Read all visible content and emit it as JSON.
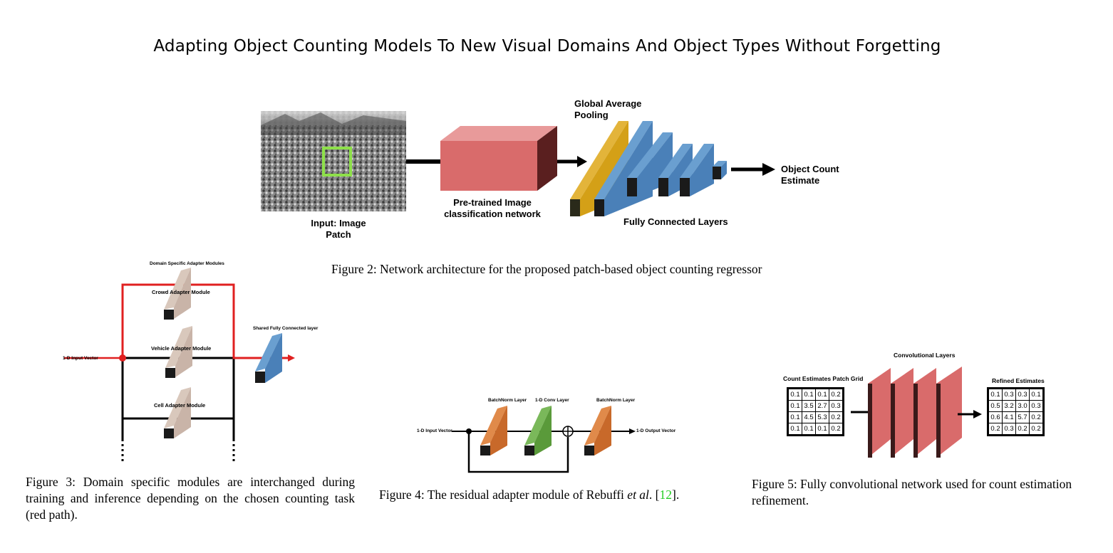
{
  "title": "Adapting Object Counting Models To New Visual Domains And Object Types Without Forgetting",
  "figure2": {
    "input_label": "Input: Image\nPatch",
    "pretrained_label": "Pre-trained Image\nclassification network",
    "gap_label": "Global Average\nPooling",
    "fc_label": "Fully Connected Layers",
    "output_label": "Object Count\nEstimate",
    "caption": "Figure 2: Network architecture for the proposed patch-based object counting regressor"
  },
  "figure3": {
    "header": "Domain Specific Adapter Modules",
    "modules": [
      "Crowd Adapter Module",
      "Vehicle Adapter Module",
      "Cell Adapter Module"
    ],
    "input_label": "1-D Input Vector",
    "shared_label": "Shared Fully Connected layer",
    "caption": "Figure 3: Domain specific modules are interchanged during training and inference depending on the chosen counting task (red path)."
  },
  "figure4": {
    "input_label": "1-D Input Vector",
    "output_label": "1-D Output Vector",
    "layers": [
      "BatchNorm Layer",
      "1-D Conv  Layer",
      "BatchNorm Layer"
    ],
    "caption_prefix": "Figure 4: The residual adapter module of Rebuffi ",
    "caption_italic": "et al",
    "caption_mid": ". [",
    "caption_ref": "12",
    "caption_suffix": "]."
  },
  "figure5": {
    "conv_label": "Convolutional Layers",
    "grid_label": "Count Estimates Patch Grid",
    "refined_label": "Refined Estimates",
    "grid": [
      [
        "0.1",
        "0.1",
        "0.1",
        "0.2"
      ],
      [
        "0.1",
        "3.5",
        "2.7",
        "0.3"
      ],
      [
        "0.1",
        "4.5",
        "5.3",
        "0.2"
      ],
      [
        "0.1",
        "0.1",
        "0.1",
        "0.2"
      ]
    ],
    "refined": [
      [
        "0.1",
        "0.3",
        "0.3",
        "0.1"
      ],
      [
        "0.5",
        "3.2",
        "3.0",
        "0.3"
      ],
      [
        "0.6",
        "4.1",
        "5.7",
        "0.2"
      ],
      [
        "0.2",
        "0.3",
        "0.2",
        "0.2"
      ]
    ],
    "caption": "Figure 5: Fully convolutional network used for count estimation refinement."
  },
  "colors": {
    "red_block": "#d96b6b",
    "gold": "#d4a017",
    "blue": "#4a80b8",
    "tan": "#c9b4a8",
    "orange": "#c8692a",
    "green": "#5a9a3a",
    "red_path": "#e02020",
    "link_green": "#22cc22"
  }
}
